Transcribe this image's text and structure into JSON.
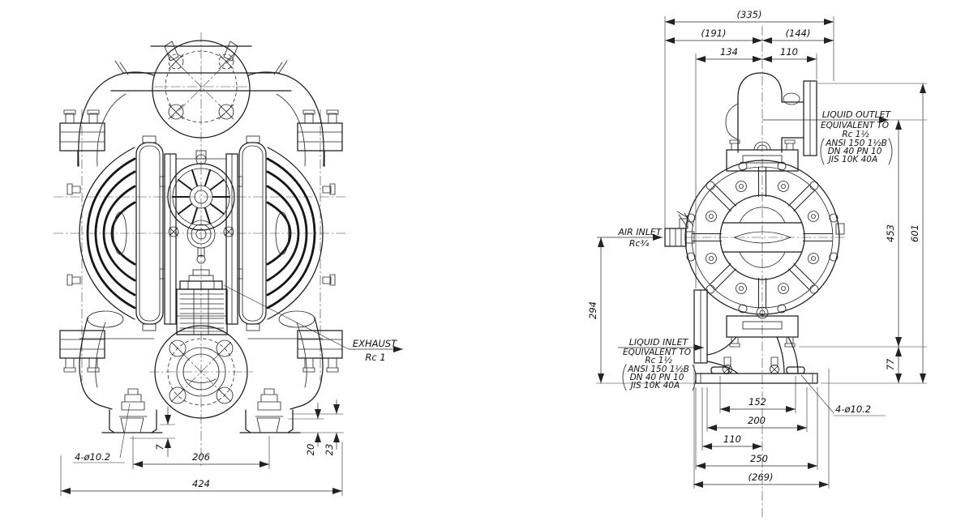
{
  "front_view": {
    "exhaust": {
      "title": "EXHAUST",
      "size": "Rc 1"
    },
    "dims": {
      "bolt_holes": "4-ø10.2",
      "foot_offset": "7",
      "foot_pitch": "206",
      "pad_height": "20",
      "base_height": "23",
      "overall_width": "424"
    }
  },
  "side_view": {
    "air_inlet": {
      "title": "AIR INLET",
      "size": "Rc¾"
    },
    "liquid_outlet": {
      "title": "LIQUID OUTLET",
      "line2": "EQUIVALENT TO",
      "size": "Rc 1½",
      "std1": "ANSI 150  1½B",
      "std2": "DN  40  PN  10",
      "std3": "JIS  10K  40A"
    },
    "liquid_inlet": {
      "title": "LIQUID INLET",
      "line2": "EQUIVALENT TO",
      "size": "Rc 1½",
      "std1": "ANSI 150  1½B",
      "std2": "DN  40  PN  10",
      "std3": "JIS  10K  40A"
    },
    "dims": {
      "overall_depth_top": "(335)",
      "rear_of_center": "(191)",
      "front_of_center": "(144)",
      "inner_rear": "134",
      "inner_front": "110",
      "outlet_height": "453",
      "overall_height": "601",
      "inlet_height": "77",
      "air_inlet_height": "294",
      "slot_pitch": "152",
      "bolt_pitch": "200",
      "front_pitch": "110",
      "base_length": "250",
      "overall_depth_bottom": "(269)",
      "bolt_holes": "4-ø10.2"
    }
  }
}
